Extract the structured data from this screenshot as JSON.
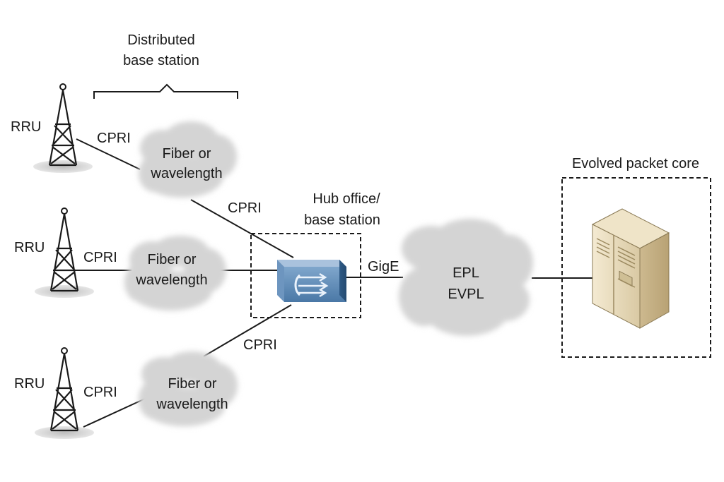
{
  "distributed_label": {
    "line1": "Distributed",
    "line2": "base station"
  },
  "sites": [
    {
      "rru_label": "RRU",
      "link_label": "CPRI",
      "cloud_line1": "Fiber or",
      "cloud_line2": "wavelength"
    },
    {
      "rru_label": "RRU",
      "link_label": "CPRI",
      "cloud_line1": "Fiber or",
      "cloud_line2": "wavelength"
    },
    {
      "rru_label": "RRU",
      "link_label": "CPRI",
      "cloud_line1": "Fiber or",
      "cloud_line2": "wavelength"
    }
  ],
  "hub": {
    "line1": "Hub office/",
    "line2": "base station",
    "cprі_top": "CPRI",
    "cpri_bottom": "CPRI"
  },
  "uplink_label": "GigE",
  "metro_cloud": {
    "line1": "EPL",
    "line2": "EVPL"
  },
  "core": {
    "title": "Evolved packet core"
  },
  "colors": {
    "router": "#4e7fb0",
    "server": "#e8dcc0",
    "cloud": "#d8d8d8"
  }
}
